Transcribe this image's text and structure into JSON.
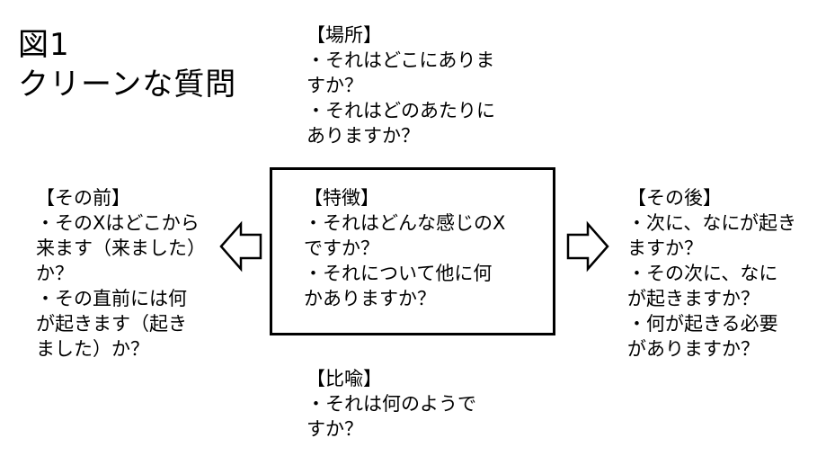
{
  "figure": {
    "number": "図1",
    "title": "クリーンな質問"
  },
  "place": {
    "heading": "【場所】",
    "lines": [
      "・それはどこにありま",
      "すか？",
      "・それはどのあたりに",
      "ありますか？"
    ]
  },
  "before": {
    "heading": "【その前】",
    "lines": [
      "・そのXはどこから",
      "来ます（来ました）",
      "か？",
      "・その直前には何",
      "が起きます（起き",
      "ました）か？"
    ]
  },
  "feature": {
    "heading": "【特徴】",
    "lines": [
      "・それはどんな感じのX",
      "ですか？",
      "・それについて他に何",
      "かありますか？"
    ]
  },
  "after": {
    "heading": "【その後】",
    "lines": [
      "・次に、なにが起き",
      "ますか？",
      "・その次に、なに",
      "が起きますか？",
      "・何が起きる必要",
      "がありますか？"
    ]
  },
  "metaphor": {
    "heading": "【比喩】",
    "lines": [
      "・それは何のようで",
      "すか？"
    ]
  },
  "icons": {
    "left_arrow": "hollow-left-arrow-icon",
    "right_arrow": "hollow-right-arrow-icon"
  }
}
